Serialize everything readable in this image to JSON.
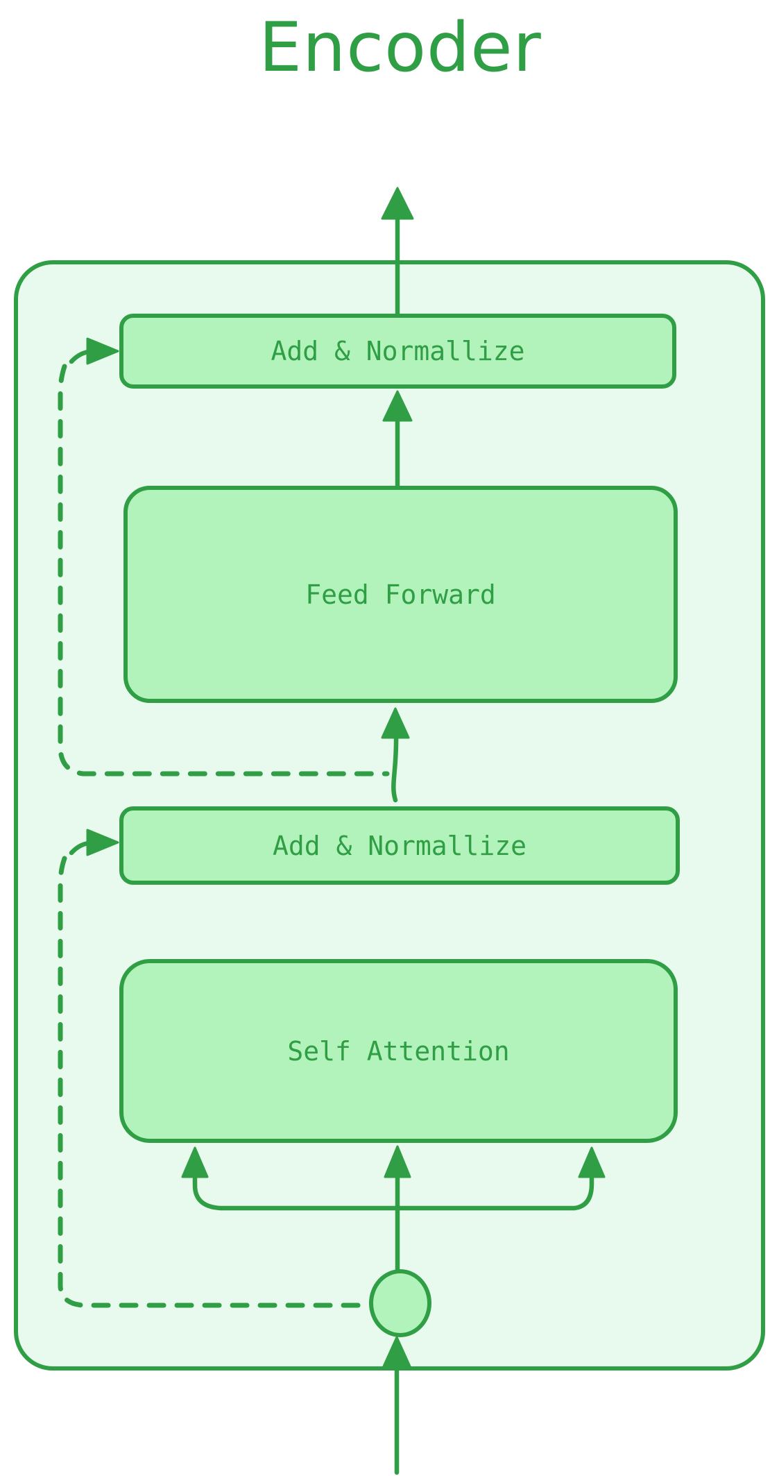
{
  "title": "Encoder",
  "colors": {
    "stroke": "#2f9e44",
    "node_fill": "#b2f2bb",
    "container_fill": "#e8f9ed",
    "background": "#ffffff",
    "text": "#2f9e44"
  },
  "nodes": {
    "add_norm_top": {
      "label": "Add & Normallize",
      "shape": "rounded-rect"
    },
    "feed_forward": {
      "label": "Feed Forward",
      "shape": "rounded-rect"
    },
    "add_norm_bottom": {
      "label": "Add & Normallize",
      "shape": "rounded-rect"
    },
    "self_attention": {
      "label": "Self Attention",
      "shape": "rounded-rect"
    },
    "input_junction": {
      "label": "",
      "shape": "circle"
    }
  },
  "edges": [
    {
      "from": "input",
      "to": "input_junction",
      "style": "solid-arrow"
    },
    {
      "from": "input_junction",
      "to": "self_attention",
      "style": "solid-arrow-three-way-split"
    },
    {
      "from": "input_junction",
      "to": "add_norm_bottom",
      "style": "dashed-arrow-skip-connection"
    },
    {
      "from": "self_attention",
      "to": "add_norm_bottom",
      "style": "solid-arrow"
    },
    {
      "from": "add_norm_bottom",
      "to": "feed_forward",
      "style": "solid-arrow"
    },
    {
      "from": "add_norm_bottom",
      "to": "add_norm_top",
      "style": "dashed-arrow-skip-connection"
    },
    {
      "from": "feed_forward",
      "to": "add_norm_top",
      "style": "solid-arrow"
    },
    {
      "from": "add_norm_top",
      "to": "output",
      "style": "solid-arrow"
    }
  ]
}
